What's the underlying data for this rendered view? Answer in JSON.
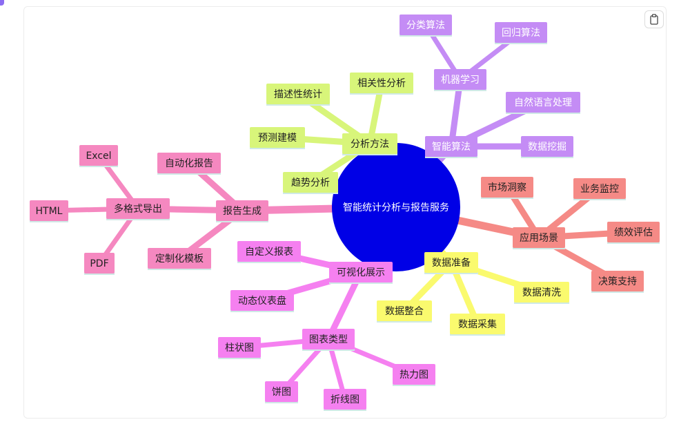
{
  "toolbar": {
    "copy_icon": "clipboard-icon"
  },
  "colors": {
    "center": "#0000e6",
    "purple": "#c48cf5",
    "green": "#d8f57a",
    "red": "#f58a86",
    "yellow": "#fafa6e",
    "magenta": "#f580f0",
    "pink": "#f588c0",
    "underline": "#cfe9e6"
  },
  "mindmap": {
    "center": {
      "label": "智能统计分析与报告服务"
    },
    "branches": [
      {
        "id": "algo",
        "label": "智能算法",
        "color": "purple",
        "text_color": "#ffffff",
        "children": [
          {
            "id": "ml",
            "label": "机器学习",
            "children": [
              {
                "id": "cls",
                "label": "分类算法"
              },
              {
                "id": "reg",
                "label": "回归算法"
              }
            ]
          },
          {
            "id": "nlp",
            "label": "自然语言处理"
          },
          {
            "id": "dm",
            "label": "数据挖掘"
          }
        ]
      },
      {
        "id": "method",
        "label": "分析方法",
        "color": "green",
        "text_color": "#222222",
        "children": [
          {
            "id": "desc",
            "label": "描述性统计"
          },
          {
            "id": "corr",
            "label": "相关性分析"
          },
          {
            "id": "pred",
            "label": "预测建模"
          },
          {
            "id": "trend",
            "label": "趋势分析"
          }
        ]
      },
      {
        "id": "app",
        "label": "应用场景",
        "color": "red",
        "text_color": "#222222",
        "children": [
          {
            "id": "mkt",
            "label": "市场洞察"
          },
          {
            "id": "biz",
            "label": "业务监控"
          },
          {
            "id": "perf",
            "label": "绩效评估"
          },
          {
            "id": "dec",
            "label": "决策支持"
          }
        ]
      },
      {
        "id": "prep",
        "label": "数据准备",
        "color": "yellow",
        "text_color": "#222222",
        "children": [
          {
            "id": "clean",
            "label": "数据清洗"
          },
          {
            "id": "integ",
            "label": "数据整合"
          },
          {
            "id": "coll",
            "label": "数据采集"
          }
        ]
      },
      {
        "id": "viz",
        "label": "可视化展示",
        "color": "magenta",
        "text_color": "#222222",
        "children": [
          {
            "id": "custom",
            "label": "自定义报表"
          },
          {
            "id": "dash",
            "label": "动态仪表盘"
          },
          {
            "id": "ctype",
            "label": "图表类型",
            "children": [
              {
                "id": "bar",
                "label": "柱状图"
              },
              {
                "id": "pie",
                "label": "饼图"
              },
              {
                "id": "line",
                "label": "折线图"
              },
              {
                "id": "heat",
                "label": "热力图"
              }
            ]
          }
        ]
      },
      {
        "id": "report",
        "label": "报告生成",
        "color": "pink",
        "text_color": "#222222",
        "children": [
          {
            "id": "auto",
            "label": "自动化报告"
          },
          {
            "id": "tmpl",
            "label": "定制化模板"
          },
          {
            "id": "export",
            "label": "多格式导出",
            "children": [
              {
                "id": "excel",
                "label": "Excel"
              },
              {
                "id": "html",
                "label": "HTML"
              },
              {
                "id": "pdf",
                "label": "PDF"
              }
            ]
          }
        ]
      }
    ]
  }
}
